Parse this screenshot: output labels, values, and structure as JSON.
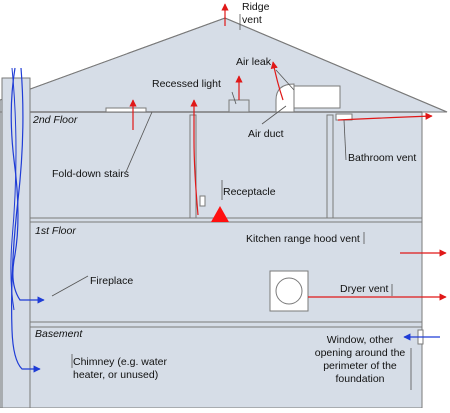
{
  "floors": {
    "second": "2nd Floor",
    "first": "1st Floor",
    "basement": "Basement"
  },
  "labels": {
    "ridge_vent": [
      "Ridge",
      "vent"
    ],
    "air_leak": "Air leak",
    "recessed_light": "Recessed light",
    "air_duct": "Air duct",
    "fold_down_stairs": "Fold-down stairs",
    "bathroom_vent": "Bathroom vent",
    "receptacle": "Receptacle",
    "kitchen_range_hood_vent": "Kitchen range hood vent",
    "fireplace": "Fireplace",
    "dryer_vent": "Dryer vent",
    "chimney": [
      "Chimney (e.g. water",
      "heater, or unused)"
    ],
    "window_opening": [
      "Window, other",
      "opening around the",
      "perimeter of the",
      "foundation"
    ]
  },
  "colors": {
    "house_fill": "#d6dde7",
    "outline": "#7a7a7a",
    "exhaust_arrow": "#e01818",
    "inflow_arrow": "#1f3cd6",
    "stack_gradient_top": "#ff1010",
    "stack_gradient_bottom": "#1010ff"
  }
}
